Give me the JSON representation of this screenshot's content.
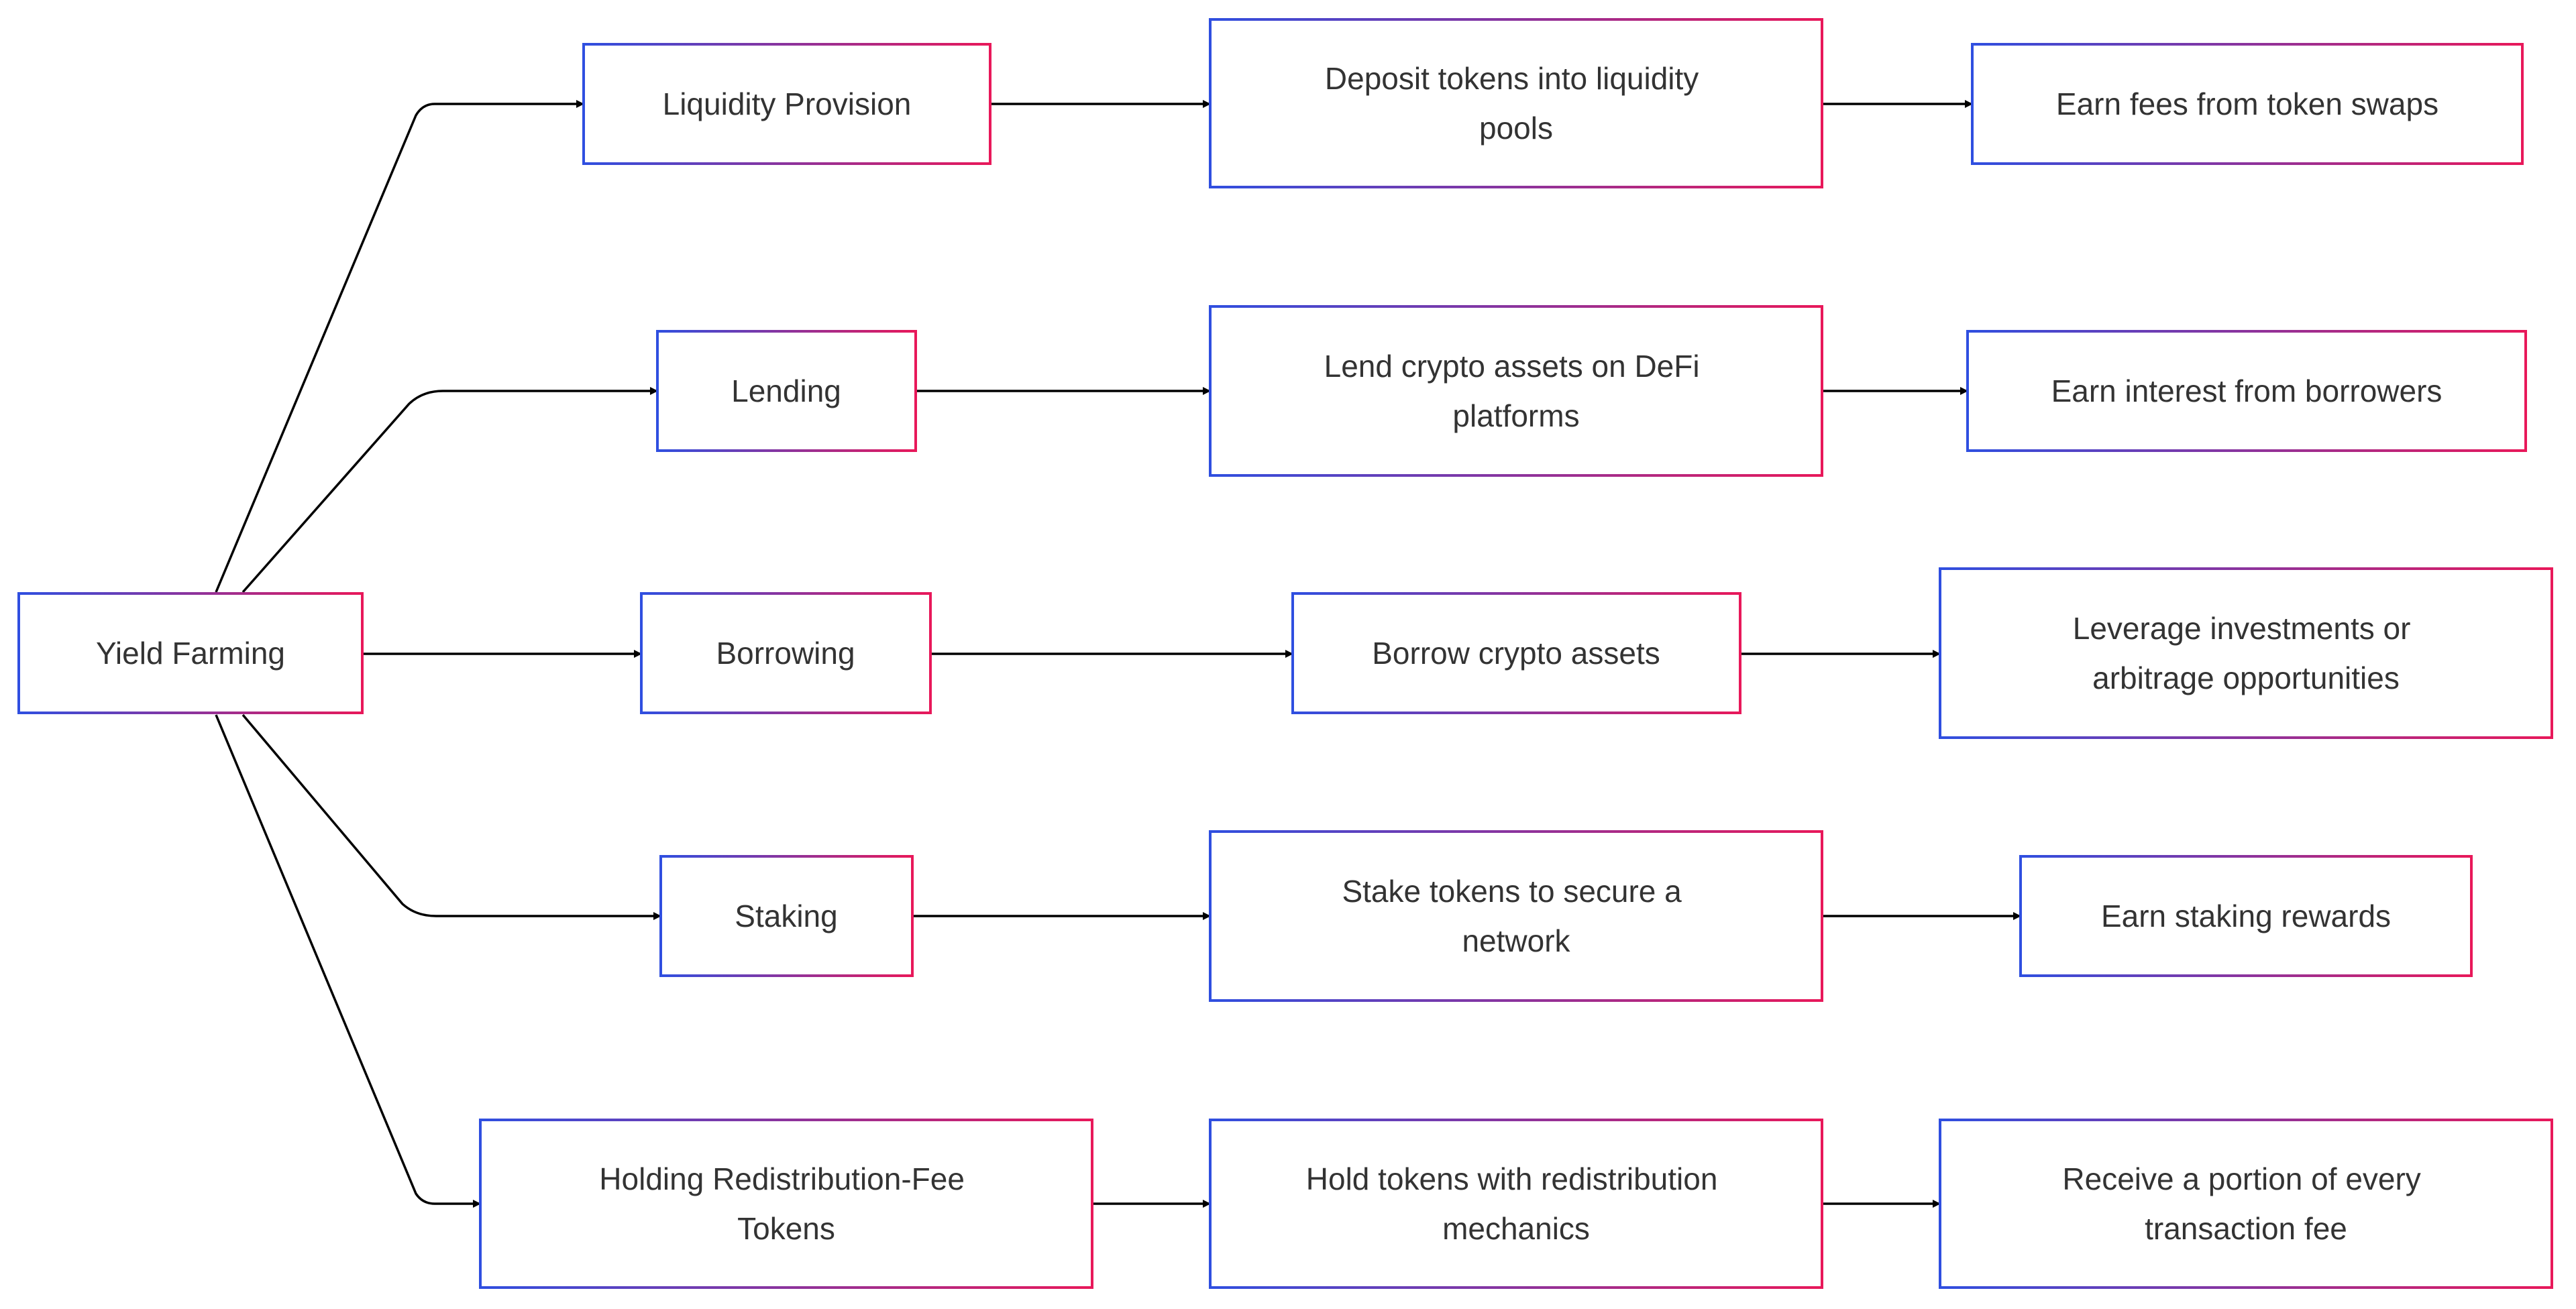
{
  "colors": {
    "gradient_start": "#2f4fe0",
    "gradient_end": "#e8185a",
    "edge": "#000000",
    "text": "#333333",
    "background": "#ffffff"
  },
  "nodes": {
    "root": {
      "lines": [
        "Yield Farming"
      ]
    },
    "liquidity_provision": {
      "lines": [
        "Liquidity Provision"
      ]
    },
    "lending": {
      "lines": [
        "Lending"
      ]
    },
    "borrowing": {
      "lines": [
        "Borrowing"
      ]
    },
    "staking": {
      "lines": [
        "Staking"
      ]
    },
    "holding_tokens": {
      "lines": [
        "Holding Redistribution-Fee",
        "Tokens"
      ]
    },
    "deposit_tokens": {
      "lines": [
        "Deposit tokens into liquidity",
        "pools"
      ]
    },
    "lend_assets": {
      "lines": [
        "Lend crypto assets on DeFi",
        "platforms"
      ]
    },
    "borrow_assets": {
      "lines": [
        "Borrow crypto assets"
      ]
    },
    "stake_tokens": {
      "lines": [
        "Stake tokens to secure a",
        "network"
      ]
    },
    "hold_tokens": {
      "lines": [
        "Hold tokens with redistribution",
        "mechanics"
      ]
    },
    "earn_fees": {
      "lines": [
        "Earn fees from token swaps"
      ]
    },
    "earn_interest": {
      "lines": [
        "Earn interest from borrowers"
      ]
    },
    "leverage": {
      "lines": [
        "Leverage investments or",
        "arbitrage opportunities"
      ]
    },
    "earn_rewards": {
      "lines": [
        "Earn staking rewards"
      ]
    },
    "receive_fee": {
      "lines": [
        "Receive a portion of every",
        "transaction fee"
      ]
    }
  },
  "edges": [
    {
      "from": "root",
      "to": "liquidity_provision"
    },
    {
      "from": "root",
      "to": "lending"
    },
    {
      "from": "root",
      "to": "borrowing"
    },
    {
      "from": "root",
      "to": "staking"
    },
    {
      "from": "root",
      "to": "holding_tokens"
    },
    {
      "from": "liquidity_provision",
      "to": "deposit_tokens"
    },
    {
      "from": "lending",
      "to": "lend_assets"
    },
    {
      "from": "borrowing",
      "to": "borrow_assets"
    },
    {
      "from": "staking",
      "to": "stake_tokens"
    },
    {
      "from": "holding_tokens",
      "to": "hold_tokens"
    },
    {
      "from": "deposit_tokens",
      "to": "earn_fees"
    },
    {
      "from": "lend_assets",
      "to": "earn_interest"
    },
    {
      "from": "borrow_assets",
      "to": "leverage"
    },
    {
      "from": "stake_tokens",
      "to": "earn_rewards"
    },
    {
      "from": "hold_tokens",
      "to": "receive_fee"
    }
  ]
}
